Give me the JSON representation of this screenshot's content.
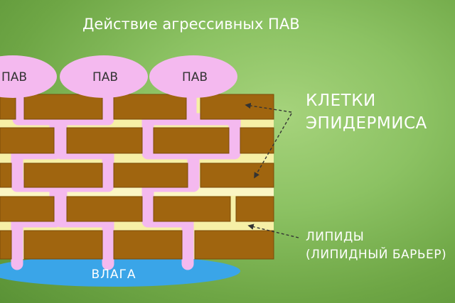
{
  "title": "Действие агрессивных ПАВ",
  "surfactant_label": "ПАВ",
  "moisture_label": "ВЛАГА",
  "cells_label": {
    "line1": "КЛЕТКИ",
    "line2": "ЭПИДЕРМИСА"
  },
  "lipids_label": {
    "line1": "ЛИПИДЫ",
    "line2": "(ЛИПИДНЫЙ БАРЬЕР)"
  },
  "colors": {
    "background": "#8cc263",
    "brick": "#a0650f",
    "lipid": "#f6f0a6",
    "surfactant": "#f4b9ef",
    "moisture": "#3aa5e8",
    "text": "#ffffff"
  }
}
